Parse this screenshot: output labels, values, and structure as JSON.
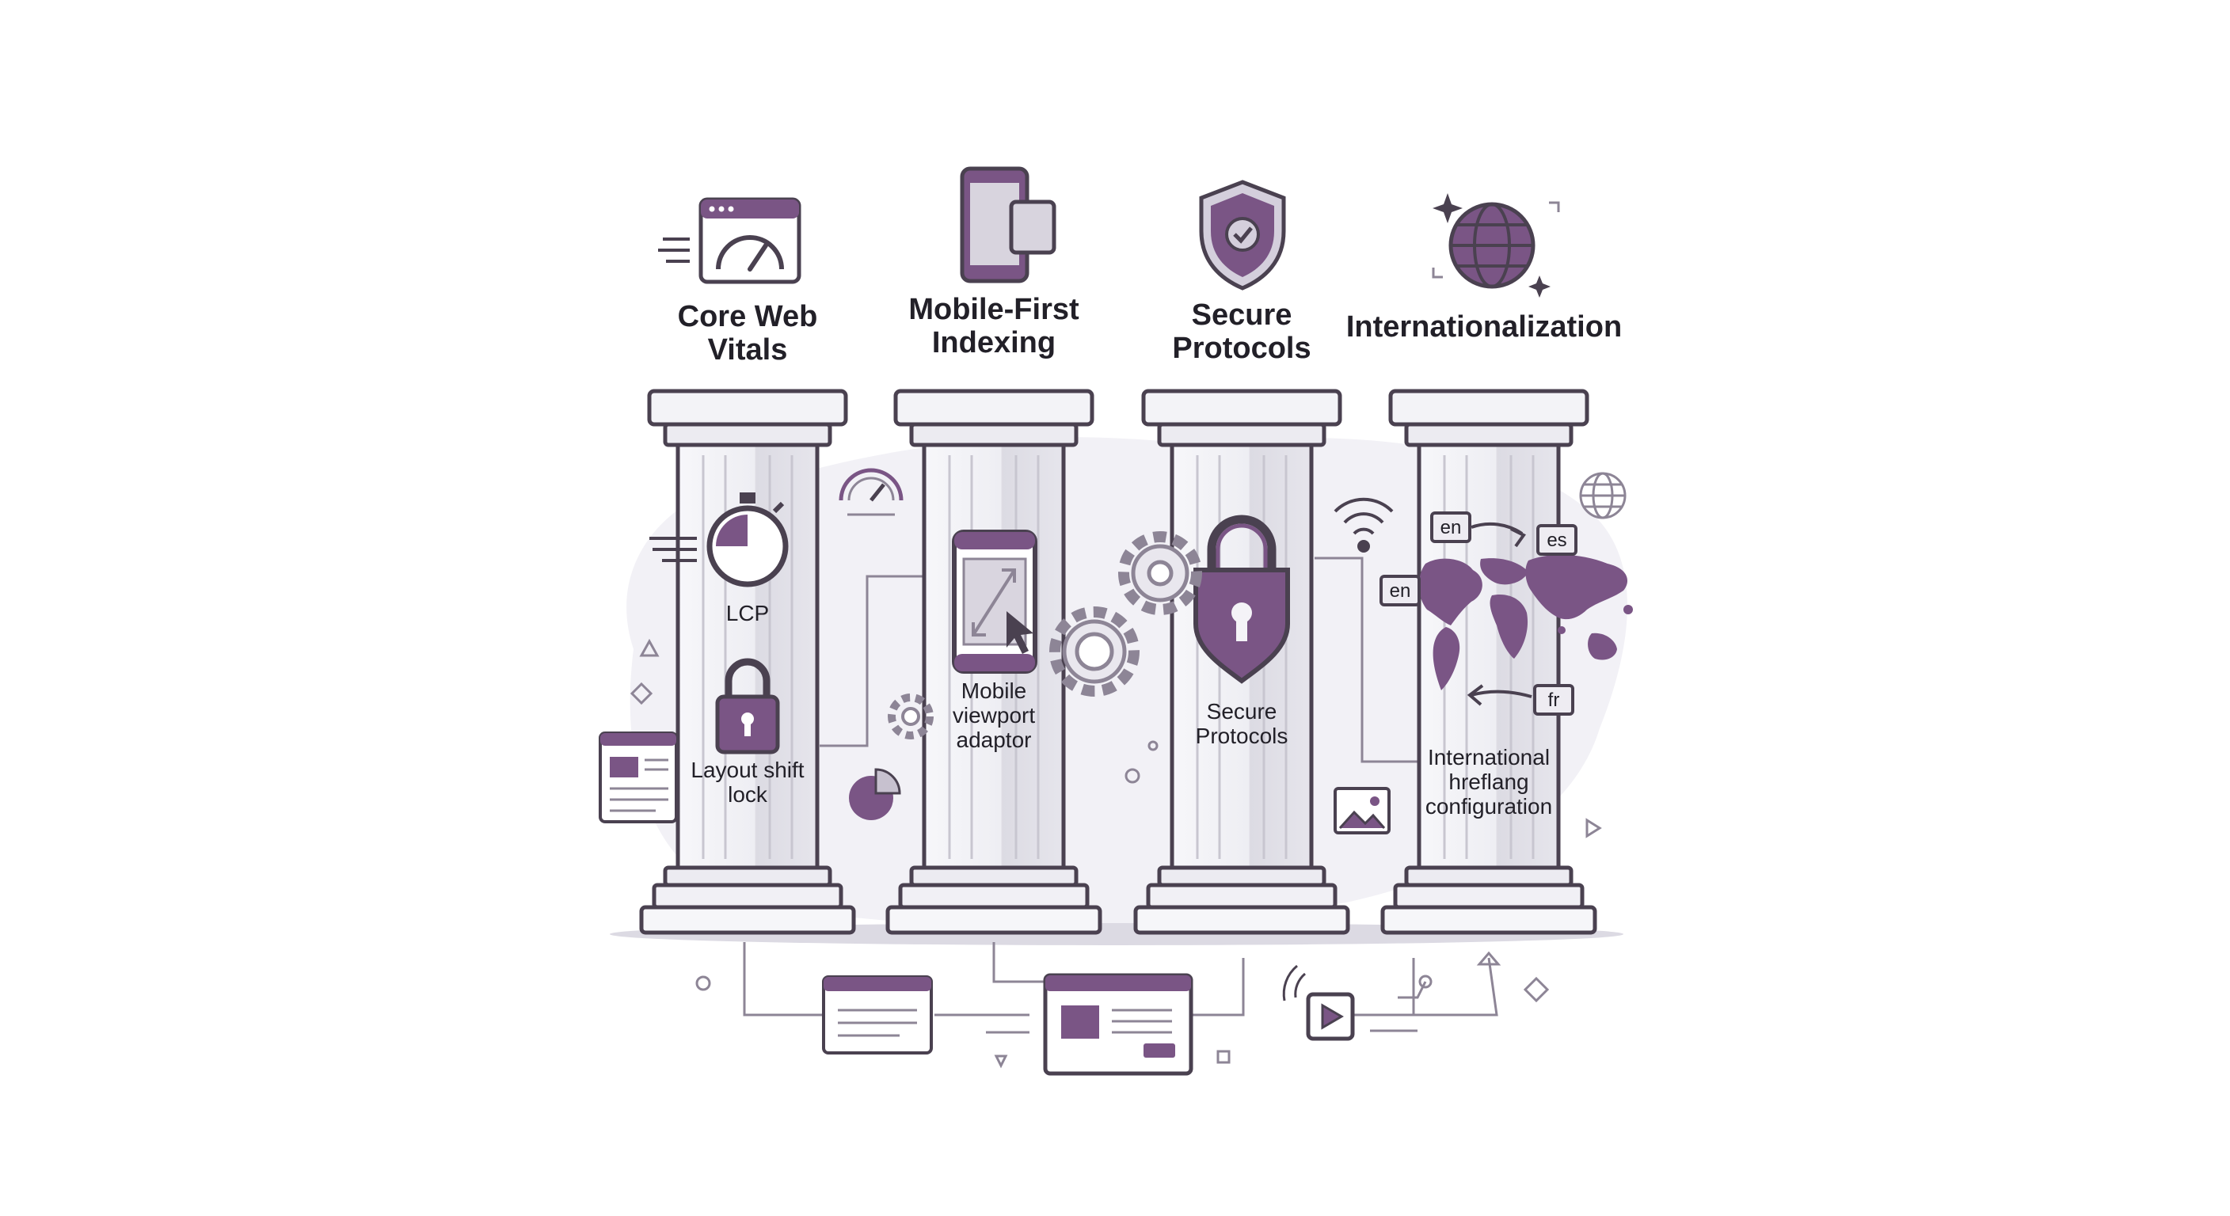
{
  "colors": {
    "accent": "#7a5585",
    "outline": "#4a4150",
    "pillar": "#ececf2",
    "pillar_shade": "#d6d5de",
    "blob": "#f1f0f5"
  },
  "pillars": [
    {
      "icon": "speedometer-browser-icon",
      "title_lines": [
        "Core Web",
        "Vitals"
      ],
      "items": [
        {
          "icon": "stopwatch-icon",
          "label_lines": [
            "LCP"
          ]
        },
        {
          "icon": "padlock-icon",
          "label_lines": [
            "Layout shift",
            "lock"
          ]
        }
      ]
    },
    {
      "icon": "mobile-devices-icon",
      "title_lines": [
        "Mobile-First",
        "Indexing"
      ],
      "items": [
        {
          "icon": "phone-viewport-icon",
          "label_lines": [
            "Mobile",
            "viewport",
            "adaptor"
          ]
        }
      ]
    },
    {
      "icon": "shield-check-icon",
      "title_lines": [
        "Secure",
        "Protocols"
      ],
      "items": [
        {
          "icon": "large-padlock-icon",
          "label_lines": [
            "Secure",
            "Protocols"
          ]
        }
      ]
    },
    {
      "icon": "globe-sparkle-icon",
      "title_lines": [
        "Internationalization"
      ],
      "items": [
        {
          "icon": "world-map-icon",
          "label_lines": [
            "International",
            "hreflang",
            "configuration"
          ]
        }
      ]
    }
  ],
  "language_tags": [
    "en",
    "es",
    "en",
    "fr"
  ]
}
